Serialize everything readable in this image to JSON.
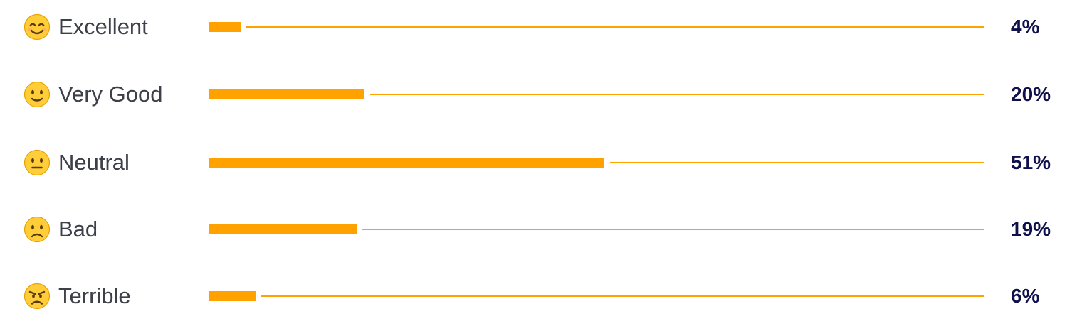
{
  "chart_data": {
    "type": "bar",
    "orientation": "horizontal",
    "categories": [
      "Excellent",
      "Very Good",
      "Neutral",
      "Bad",
      "Terrible"
    ],
    "values": [
      4,
      20,
      51,
      19,
      6
    ],
    "value_labels": [
      "4%",
      "20%",
      "51%",
      "19%",
      "6%"
    ],
    "icons": [
      "smiling-face-icon",
      "slightly-smiling-face-icon",
      "neutral-face-icon",
      "slightly-frowning-face-icon",
      "angry-face-icon"
    ],
    "xlim": [
      0,
      100
    ],
    "unit": "%",
    "bar_color": "#ffa200",
    "label_color": "#3d4048",
    "value_color": "#10104a",
    "grid": false
  }
}
